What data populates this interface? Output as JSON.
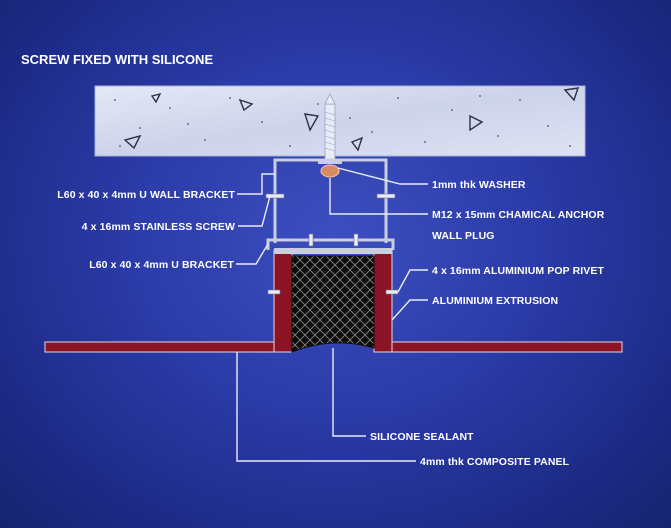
{
  "title": "SCREW FIXED WITH SILICONE",
  "labels": {
    "u_wall_bracket": "L60 x 40 x 4mm U WALL BRACKET",
    "stainless_screw": "4 x 16mm STAINLESS SCREW",
    "u_bracket": "L60 x 40 x 4mm U BRACKET",
    "washer": "1mm thk WASHER",
    "anchor_line1": "M12 x 15mm CHAMICAL ANCHOR",
    "anchor_line2": "WALL PLUG",
    "pop_rivet": "4 x 16mm ALUMINIUM POP RIVET",
    "extrusion": "ALUMINIUM EXTRUSION",
    "sealant": "SILICONE SEALANT",
    "composite_panel": "4mm thk  COMPOSITE PANEL"
  },
  "colors": {
    "background": "#2a3aa6",
    "concrete": "#d7dcef",
    "extrusion": "#8a1424",
    "sealant": "#111111",
    "bracket": "#c9cfe0"
  }
}
